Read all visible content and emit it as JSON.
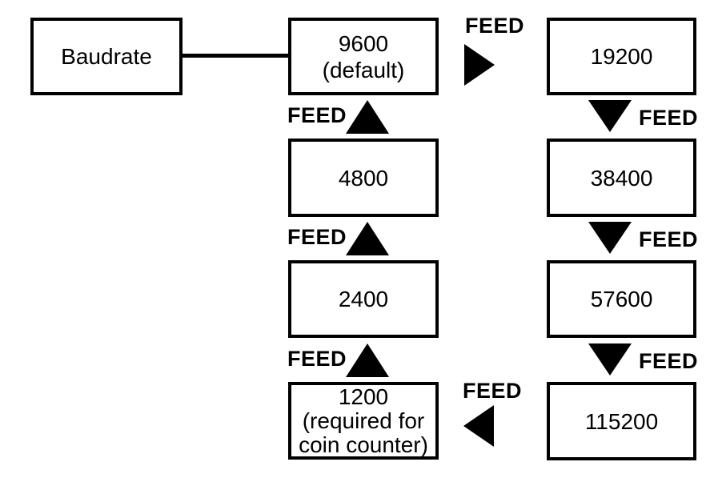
{
  "colors": {
    "ink": "#000000",
    "paper": "#ffffff"
  },
  "feed_button_label": "FEED",
  "root_box": {
    "label": "Baudrate"
  },
  "baud_nodes": {
    "n9600": {
      "line1": "9600",
      "line2": "(default)"
    },
    "n19200": {
      "line1": "19200"
    },
    "n38400": {
      "line1": "38400"
    },
    "n57600": {
      "line1": "57600"
    },
    "n115200": {
      "line1": "115200"
    },
    "n1200": {
      "line1": "1200",
      "line2": "(required for",
      "line3": "coin counter)"
    },
    "n2400": {
      "line1": "2400"
    },
    "n4800": {
      "line1": "4800"
    }
  },
  "arrow_icons": {
    "next": "triangle-right",
    "down": "triangle-down",
    "prev": "triangle-left",
    "up": "triangle-up"
  }
}
